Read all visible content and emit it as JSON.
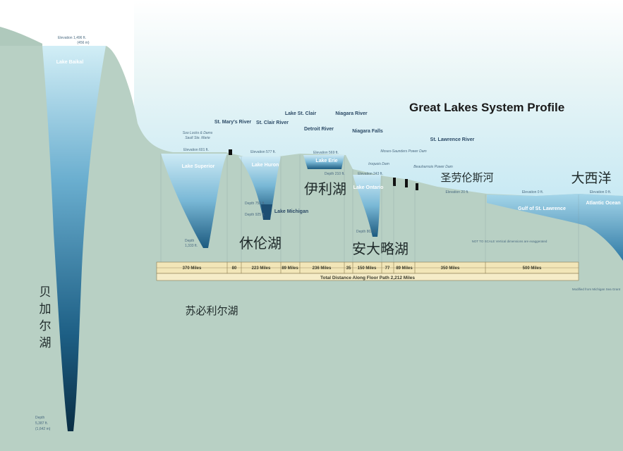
{
  "title": "Great Lakes System Profile",
  "labels": {
    "baikal_elev": "Elevation 1,496 ft.",
    "baikal_elev2": "(456 m)",
    "baikal": "Lake Baikal",
    "baikal_depth1": "Depth",
    "baikal_depth2": "5,387 ft.",
    "baikal_depth3": "(1,642 m)",
    "soo_locks": "Soo Locks & Dams",
    "soo_locks2": "Sault Ste. Marie",
    "superior_elev": "Elevation 601 ft.",
    "superior": "Lake Superior",
    "superior_depth": "Depth",
    "superior_depth2": "1,333 ft.",
    "st_marys": "St. Mary's River",
    "huron_elev": "Elevation 577 ft.",
    "huron": "Lake Huron",
    "huron_depth": "Depth 750 ft.",
    "michigan_depth": "Depth 925 ft.",
    "michigan": "Lake Michigan",
    "st_clair_river": "St. Clair River",
    "lake_st_clair": "Lake St. Clair",
    "detroit_river": "Detroit River",
    "erie_elev": "Elevation 569 ft.",
    "erie": "Lake Erie",
    "erie_depth": "Depth 210 ft.",
    "niagara_river": "Niagara River",
    "niagara_falls": "Niagara Falls",
    "ontario_elev": "Elevation 243 ft.",
    "ontario": "Lake Ontario",
    "ontario_depth": "Depth 802 ft.",
    "iroquois": "Iroquois Dam",
    "moses": "Moses-Saunders Power Dam",
    "beauharnois": "Beauharnois Power Dam",
    "st_lawrence": "St. Lawrence River",
    "stl_elev": "Elevation 20 ft.",
    "gulf_elev": "Elevation 0 ft.",
    "gulf": "Gulf of St. Lawrence",
    "atlantic_elev": "Elevation 0 ft.",
    "atlantic": "Atlantic Ocean",
    "note": "NOT TO SCALE Vertical dimensions are exaggerated",
    "credit": "Modified from Michigan Sea Grant"
  },
  "cn": {
    "baikal": "贝加尔湖",
    "superior": "苏必利尔湖",
    "huron": "休伦湖",
    "erie": "伊利湖",
    "ontario": "安大略湖",
    "st_lawrence": "圣劳伦斯河",
    "atlantic": "大西洋"
  },
  "segments": [
    "370 Miles",
    "80",
    "223 Miles",
    "89 Miles",
    "236 Miles",
    "35",
    "150 Miles",
    "77",
    "89 Miles",
    "350 Miles",
    "500 Miles"
  ],
  "total": "Total Distance Along Floor Path 2,212 Miles",
  "colors": {
    "bg": "#c4dbd2",
    "water_top": "#bde3f2",
    "water_deep": "#0b3b55",
    "land": "#b7cfc3",
    "bar": "#f2e6b8"
  }
}
